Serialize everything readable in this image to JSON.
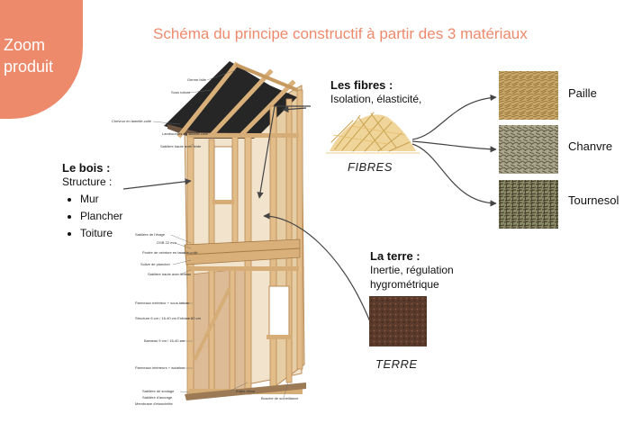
{
  "badge": {
    "line1": "Zoom",
    "line2": "produit"
  },
  "title": "Schéma du principe constructif à partir des 3 matériaux",
  "bois": {
    "heading": "Le bois :",
    "subheading": "Structure :",
    "items": [
      "Mur",
      "Plancher",
      "Toiture"
    ]
  },
  "fibres": {
    "heading": "Les fibres :",
    "description": "Isolation, élasticité,",
    "caption": "FIBRES"
  },
  "terre": {
    "heading": "La terre :",
    "line1": "Inertie, régulation",
    "line2": "hygrométrique",
    "caption": "TERRE"
  },
  "materials": [
    "Paille",
    "Chanvre",
    "Tournesol"
  ],
  "small_labels": {
    "top": [
      "Germe faîte",
      "Sous toiture",
      "Chevron en lamellé-collé",
      "Lambourdes en lamellé-collé",
      "Sablière haute avec fente"
    ],
    "middle": [
      "Sablière de l'étage",
      "OSB 22 mm",
      "Poutre de ceinture en lamellé-collé",
      "Solive de plancher",
      "Sablière haute avec linteau"
    ],
    "lower": [
      "Panneaux extérieur + sous-toiture",
      "Structure 6 cm / 16-40 cm Entraxe 60 cm",
      "Bardeau 9 cm / 16-40 cm"
    ],
    "bottom": [
      "Panneaux intérieurs + isolation",
      "Sablière de soulage",
      "Sablière d'ancrage",
      "Membrane d'étanchéité",
      "Enjeu d'eau",
      "Bouche de surveillance"
    ]
  },
  "colors": {
    "accent": "#ee8a6c",
    "wood": "#e2bd8a",
    "wood_dark": "#b98a55",
    "roof": "#2a2a2a"
  }
}
